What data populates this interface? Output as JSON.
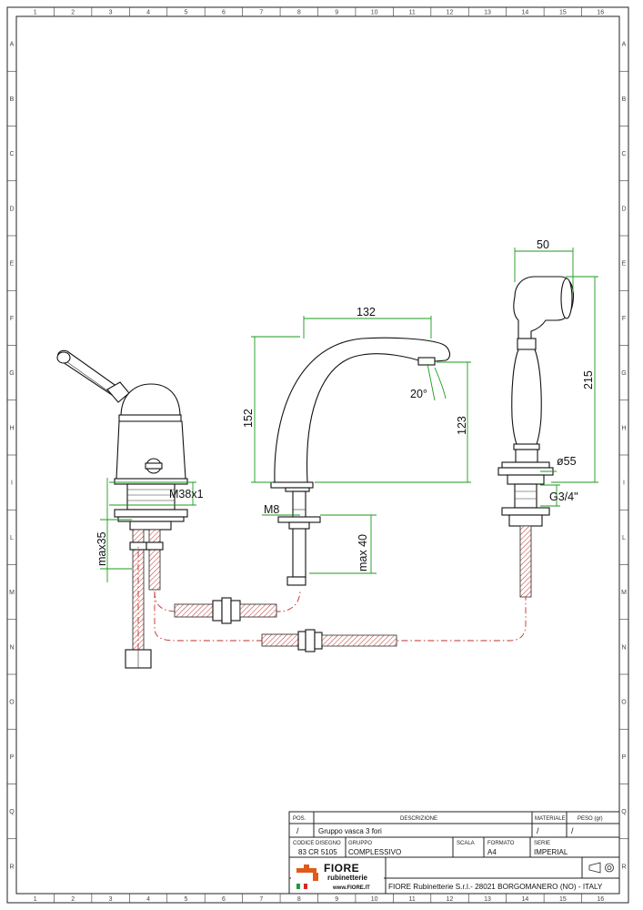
{
  "border": {
    "columns": [
      "1",
      "2",
      "3",
      "4",
      "5",
      "6",
      "7",
      "8",
      "9",
      "10",
      "11",
      "12",
      "13",
      "14",
      "15",
      "16"
    ],
    "rows": [
      "A",
      "B",
      "C",
      "D",
      "E",
      "F",
      "G",
      "H",
      "I",
      "L",
      "M",
      "N",
      "O",
      "P",
      "Q",
      "R"
    ]
  },
  "dimensions": {
    "mixer_thread": "M38x1",
    "mixer_max_height": "max35",
    "spout_width": "132",
    "spout_height": "152",
    "spout_outlet_height": "123",
    "spout_angle": "20°",
    "spout_thread": "M8",
    "spout_max_deck": "max 40",
    "shower_head_width": "50",
    "shower_height": "215",
    "shower_diameter": "ø55",
    "shower_thread": "G3/4\""
  },
  "title_block": {
    "pos_label": "POS.",
    "descrizione_label": "DESCRIZIONE",
    "materiale_label": "MATERIALE",
    "peso_label": "PESO (gr)",
    "pos_value": "/",
    "description": "Gruppo vasca 3 fori",
    "materiale_value": "/",
    "peso_value": "/",
    "codice_label": "CODICE DISEGNO",
    "codice_value": "83 CR 5105",
    "gruppo_label": "GRUPPO",
    "gruppo_value": "COMPLESSIVO",
    "scala_label": "SCALA",
    "formato_label": "FORMATO",
    "formato_value": "A4",
    "serie_label": "SERIE",
    "serie_value": "IMPERIAL",
    "logo_text": "FIORE",
    "logo_sub": "rubinetterie",
    "logo_site": "www.FIORE.IT",
    "company": "FIORE Rubinetterie S.r.l.- 28021 BORGOMANERO (NO) - ITALY"
  }
}
